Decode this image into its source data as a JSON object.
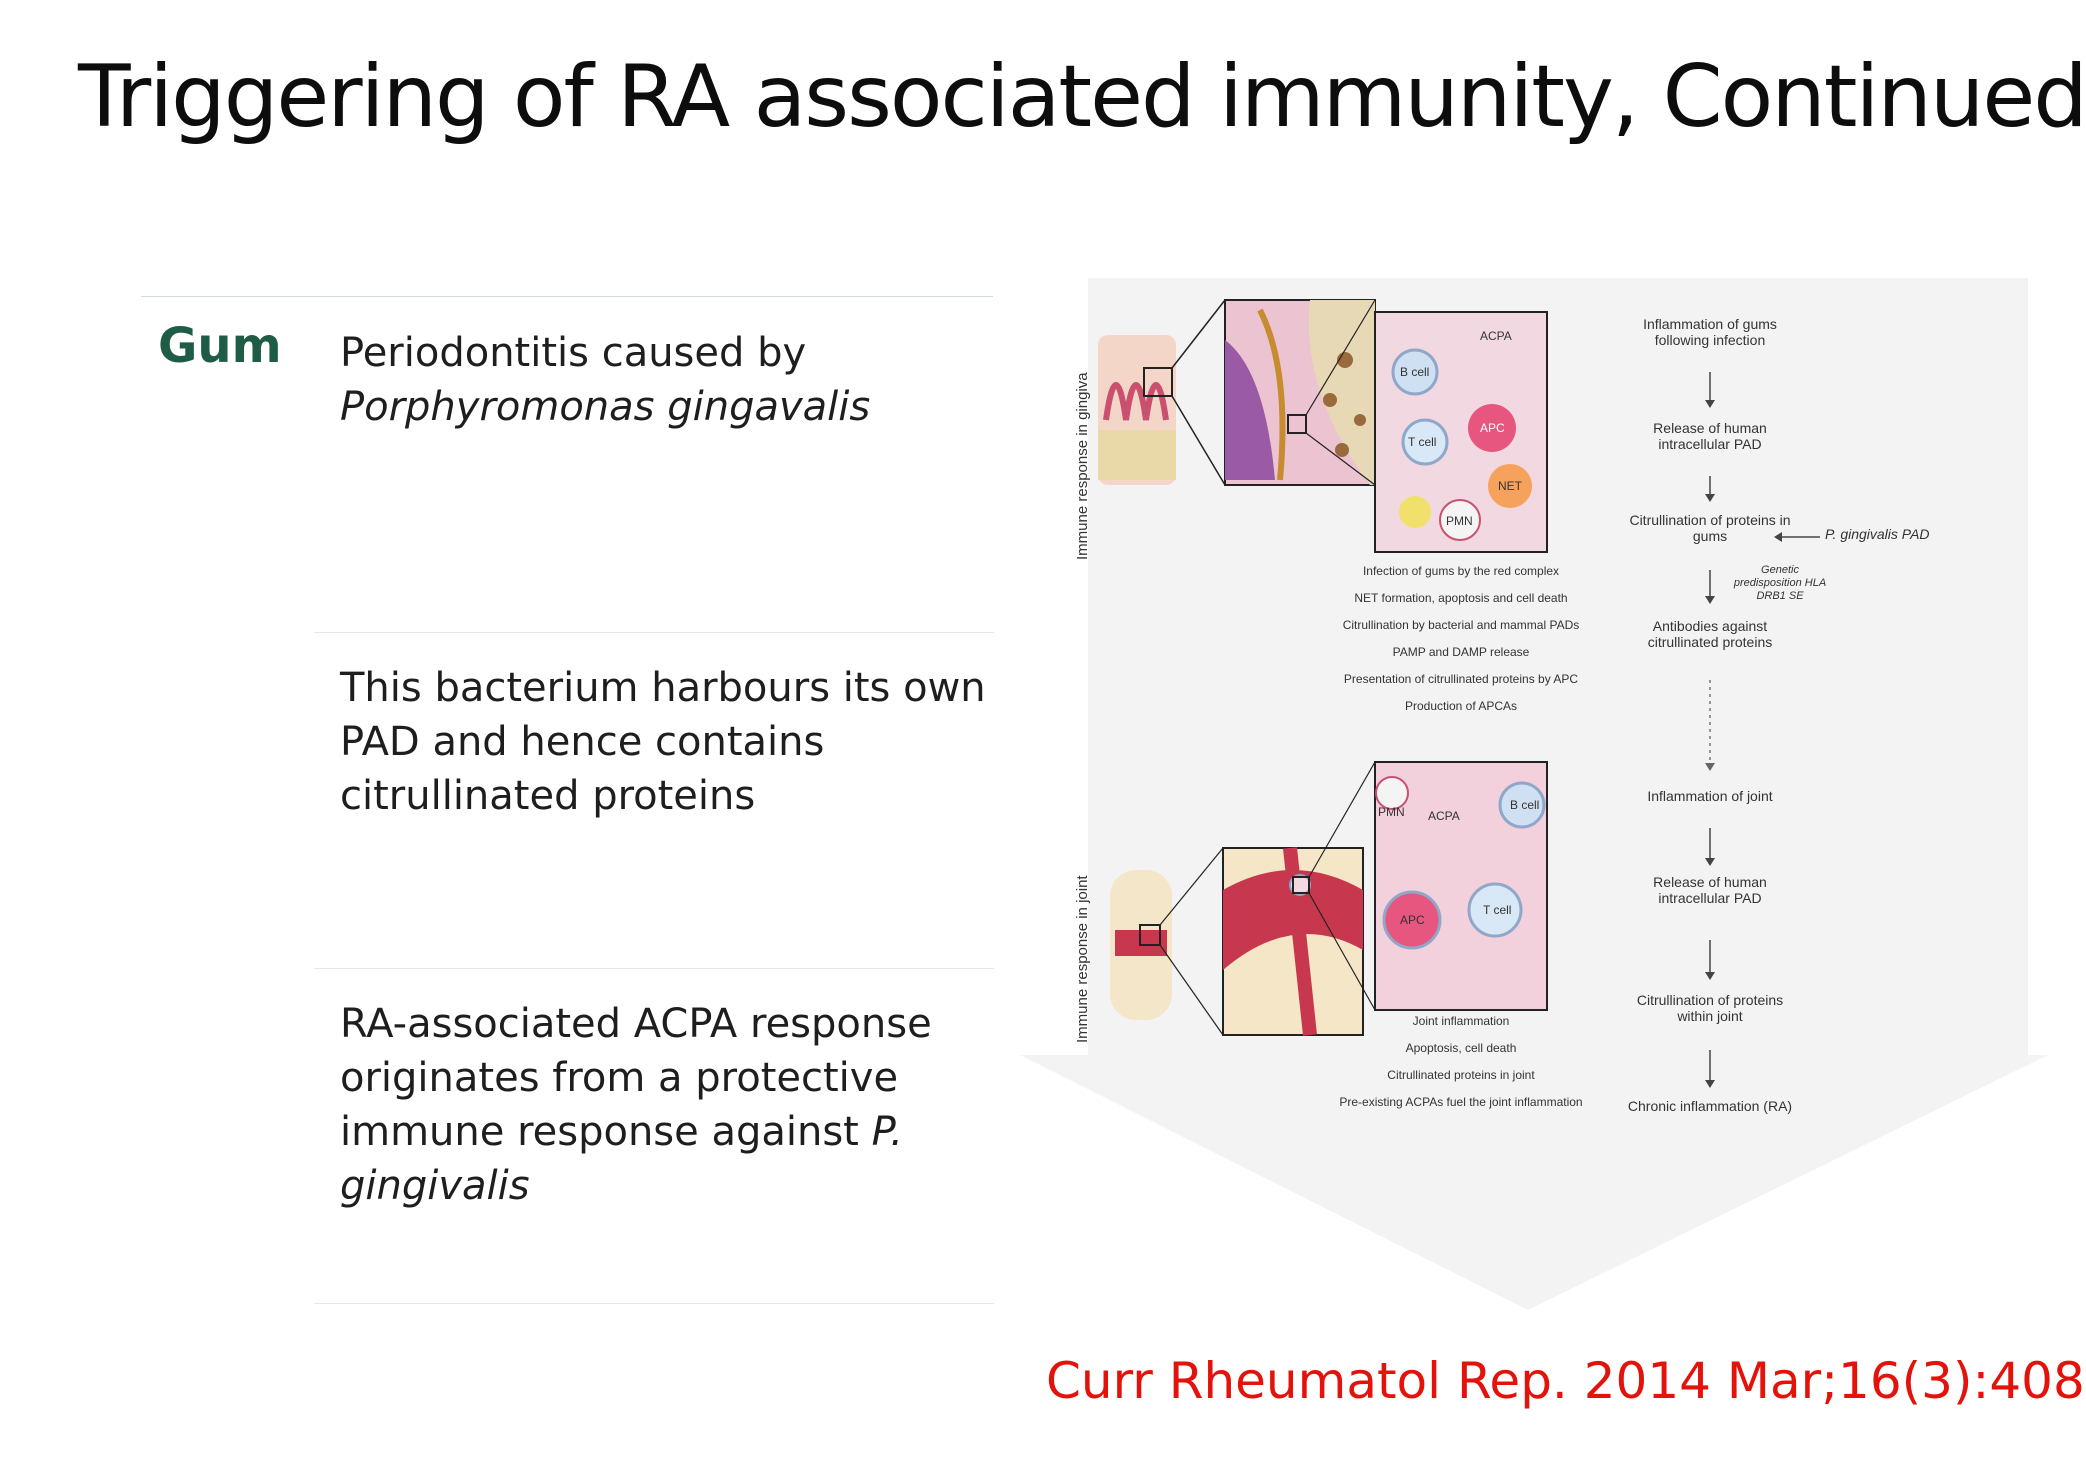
{
  "slide": {
    "title": "Triggering of RA associated immunity, Continued",
    "row_label": "Gum",
    "rows": [
      {
        "text_plain": "Periodontitis caused by",
        "text_italic": "Porphyromonas gingavalis"
      },
      {
        "text_plain": "This bacterium harbours its own PAD and hence contains citrullinated proteins",
        "text_italic": ""
      },
      {
        "text_plain": "RA-associated ACPA response originates from a protective immune response against ",
        "text_italic": "P. gingivalis"
      }
    ],
    "citation": "Curr Rheumatol Rep. 2014 Mar;16(3):408"
  },
  "figure": {
    "side_label_top": "Immune response in gingiva",
    "side_label_bottom": "Immune response in joint",
    "top_cells": [
      "ACPA",
      "B cell",
      "APC",
      "T cell",
      "NET",
      "PMN"
    ],
    "bottom_cells": [
      "PMN",
      "ACPA",
      "B cell",
      "APC",
      "T cell"
    ],
    "top_events": [
      "Infection of gums by the red complex",
      "NET formation, apoptosis and cell death",
      "Citrullination by bacterial and mammal PADs",
      "PAMP and DAMP release",
      "Presentation of citrullinated proteins by APC",
      "Production of APCAs"
    ],
    "bottom_events": [
      "Joint inflammation",
      "Apoptosis, cell death",
      "Citrullinated proteins in joint",
      "Pre-existing ACPAs fuel the joint inflammation"
    ],
    "flow_top": [
      "Inflammation of gums following infection",
      "Release of human intracellular PAD",
      "Citrullination of proteins in gums",
      "Antibodies against citrullinated proteins"
    ],
    "side_input": "P. gingivalis PAD",
    "genetic_note": "Genetic predisposition HLA DRB1 SE",
    "flow_bottom": [
      "Inflammation of joint",
      "Release of human intracellular PAD",
      "Citrullination of proteins within joint",
      "Chronic inflammation (RA)"
    ]
  }
}
